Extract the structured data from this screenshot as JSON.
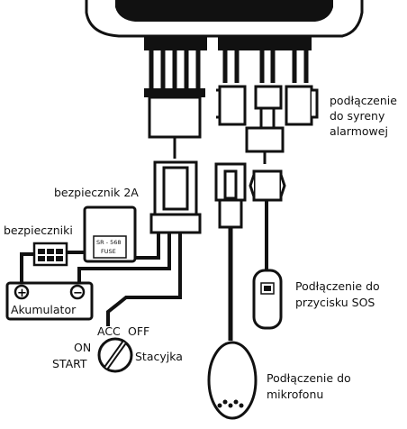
{
  "labels": {
    "siren": [
      "podłączenie",
      "do syreny",
      "alarmowej"
    ],
    "fuse_2a": "bezpiecznik 2A",
    "fuses": "bezpieczniki",
    "fuse_box_line1": "SR - 568",
    "fuse_box_line2": "FUSE",
    "battery": "Akumulator",
    "battery_plus": "+",
    "battery_minus": "−",
    "ignition_acc": "ACC",
    "ignition_off": "OFF",
    "ignition_on": "ON",
    "ignition_start": "START",
    "ignition": "Stacyjka",
    "sos": [
      "Podłączenie do",
      "przycisku SOS"
    ],
    "mic": [
      "Podłączenie do",
      "mikrofonu"
    ]
  }
}
